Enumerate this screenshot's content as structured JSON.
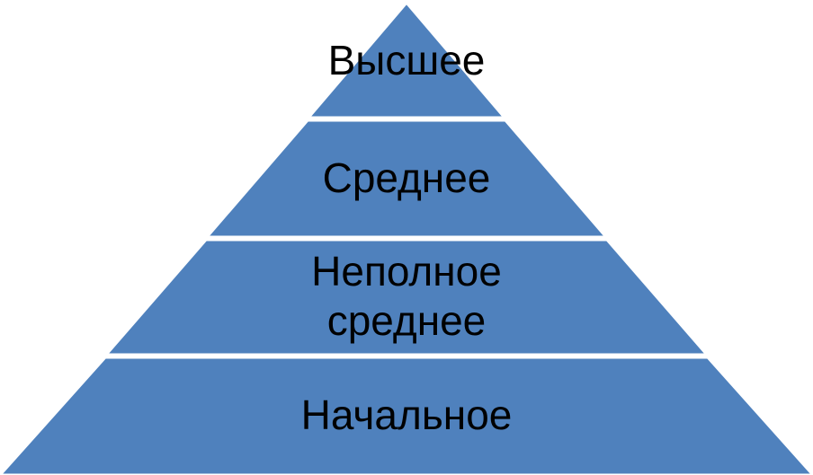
{
  "pyramid": {
    "fill_color": "#4F81BD",
    "separator_color": "#ffffff",
    "levels": [
      {
        "label_lines": [
          "Высшее"
        ]
      },
      {
        "label_lines": [
          "Среднее"
        ]
      },
      {
        "label_lines": [
          "Неполное",
          "среднее"
        ]
      },
      {
        "label_lines": [
          "Начальное"
        ]
      }
    ]
  }
}
